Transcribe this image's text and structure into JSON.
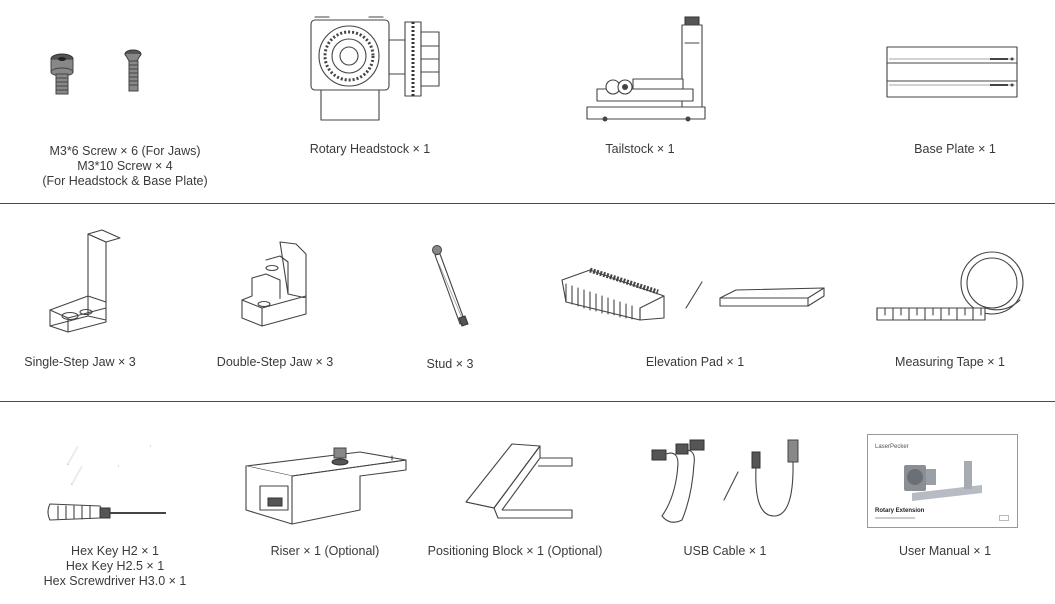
{
  "row1": {
    "screws": {
      "icon": "screw-icon",
      "lines": [
        "M3*6 Screw × 6 (For Jaws)",
        "M3*10 Screw × 4",
        "(For Headstock & Base Plate)"
      ]
    },
    "headstock": {
      "icon": "rotary-headstock-icon",
      "label": "Rotary Headstock × 1"
    },
    "tailstock": {
      "icon": "tailstock-icon",
      "label": "Tailstock × 1"
    },
    "base_plate": {
      "icon": "base-plate-icon",
      "label": "Base Plate × 1"
    }
  },
  "row2": {
    "single_jaw": {
      "icon": "single-step-jaw-icon",
      "label": "Single-Step Jaw × 3"
    },
    "double_jaw": {
      "icon": "double-step-jaw-icon",
      "label": "Double-Step Jaw × 3"
    },
    "stud": {
      "icon": "stud-icon",
      "label": "Stud × 3"
    },
    "elevation_pad": {
      "icon": "elevation-pad-icon",
      "label": "Elevation Pad × 1"
    },
    "measuring_tape": {
      "icon": "measuring-tape-icon",
      "label": "Measuring Tape × 1"
    }
  },
  "row3": {
    "hex_tools": {
      "icon": "hex-key-icon",
      "lines": [
        "Hex Key H2 × 1",
        "Hex Key H2.5 × 1",
        "Hex Screwdriver H3.0 × 1"
      ]
    },
    "riser": {
      "icon": "riser-icon",
      "label": "Riser × 1 (Optional)"
    },
    "positioning_block": {
      "icon": "positioning-block-icon",
      "label": "Positioning Block × 1 (Optional)"
    },
    "usb_cable": {
      "icon": "usb-cable-icon",
      "label": "USB Cable × 1"
    },
    "user_manual": {
      "icon": "user-manual-icon",
      "label": "User Manual × 1",
      "cover_brand": "LaserPecker",
      "cover_title": "Rotary Extension"
    }
  }
}
